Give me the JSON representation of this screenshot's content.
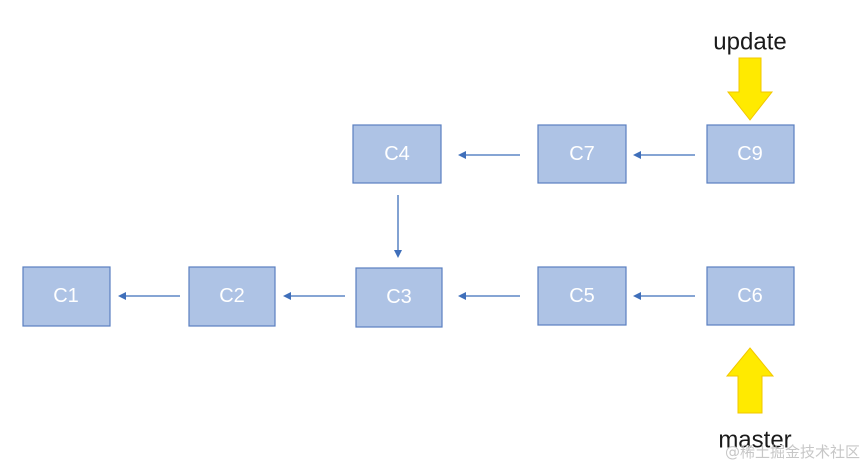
{
  "nodes": {
    "c1": {
      "label": "C1"
    },
    "c2": {
      "label": "C2"
    },
    "c3": {
      "label": "C3"
    },
    "c4": {
      "label": "C4"
    },
    "c5": {
      "label": "C5"
    },
    "c6": {
      "label": "C6"
    },
    "c7": {
      "label": "C7"
    },
    "c9": {
      "label": "C9"
    }
  },
  "refs": {
    "update": {
      "label": "update"
    },
    "master": {
      "label": "master"
    }
  },
  "watermark": "@稀土掘金技术社区",
  "colors": {
    "node_fill": "#aec3e5",
    "node_border": "#5a7fc0",
    "edge": "#3f6fba",
    "pointer_arrow": "#ffea00"
  }
}
